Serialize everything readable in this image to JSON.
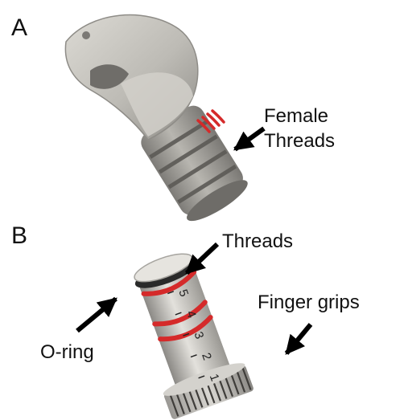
{
  "panels": [
    {
      "letter": "A",
      "callouts": [
        {
          "line1": "Female",
          "line2": "Threads"
        }
      ]
    },
    {
      "letter": "B",
      "callouts": [
        {
          "text": "Threads"
        },
        {
          "text": "Finger grips"
        },
        {
          "text": "O-ring"
        }
      ],
      "scale_marks": [
        "5",
        "4",
        "3",
        "2",
        "1"
      ]
    }
  ],
  "colors": {
    "part_body": "#c9c7c1",
    "part_shadow": "#8f8d88",
    "thread_red": "#d52a2a",
    "o_ring": "#2a2a2a",
    "arrow": "#000000"
  }
}
